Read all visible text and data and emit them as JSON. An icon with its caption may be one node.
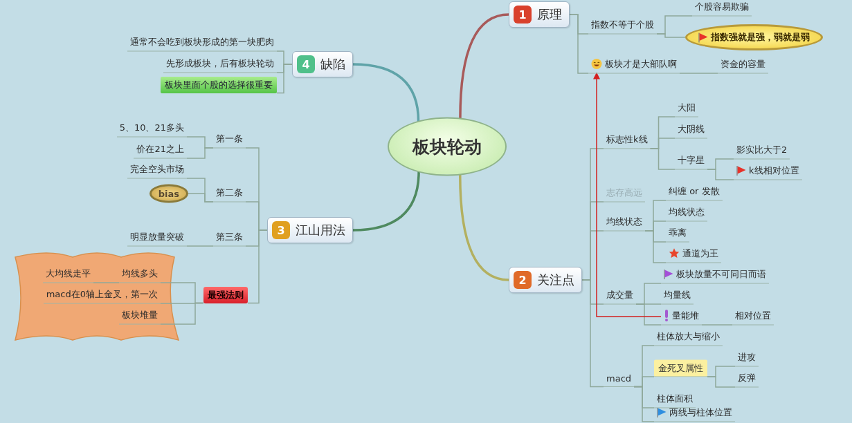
{
  "diagram": {
    "nodes": [
      {
        "text": [
          "板块轮动"
        ]
      },
      {
        "text": [
          "1",
          "原理"
        ]
      },
      {
        "text": [
          "指数不等于个股"
        ]
      },
      {
        "text": [
          "个股容易欺骗"
        ]
      },
      {
        "text": [
          "指数强就是强，弱就是弱"
        ]
      },
      {
        "text": [
          "板块才是大部队啊"
        ]
      },
      {
        "text": [
          "资金的容量"
        ]
      },
      {
        "text": [
          "4",
          "缺陷"
        ]
      },
      {
        "text": [
          "通常不会吃到板块形成的第一块肥肉"
        ]
      },
      {
        "text": [
          "先形成板块，后有板块轮动"
        ]
      },
      {
        "text": [
          "板块里面个股的选择很重要"
        ]
      },
      {
        "text": [
          "3",
          "江山用法"
        ]
      },
      {
        "text": [
          "第一条"
        ]
      },
      {
        "text": [
          "5、10、21多头"
        ]
      },
      {
        "text": [
          "价在21之上"
        ]
      },
      {
        "text": [
          "第二条"
        ]
      },
      {
        "text": [
          "完全空头市场"
        ]
      },
      {
        "text": [
          "bias"
        ]
      },
      {
        "text": [
          "第三条"
        ]
      },
      {
        "text": [
          "明显放量突破"
        ]
      },
      {
        "text": [
          "最强法则"
        ]
      },
      {
        "text": [
          "大均线走平"
        ]
      },
      {
        "text": [
          "均线多头"
        ]
      },
      {
        "text": [
          "macd在0轴上金叉，第一次"
        ]
      },
      {
        "text": [
          "板块堆量"
        ]
      },
      {
        "text": [
          "2",
          "关注点"
        ]
      },
      {
        "text": [
          "标志性k线"
        ]
      },
      {
        "text": [
          "大阳"
        ]
      },
      {
        "text": [
          "大阴线"
        ]
      },
      {
        "text": [
          "十字星"
        ]
      },
      {
        "text": [
          "影实比大于2"
        ]
      },
      {
        "text": [
          "k线相对位置"
        ]
      },
      {
        "text": [
          "志存高远"
        ]
      },
      {
        "text": [
          "均线状态"
        ]
      },
      {
        "text": [
          "纠缠 or 发散"
        ]
      },
      {
        "text": [
          "均线状态"
        ]
      },
      {
        "text": [
          "乖离"
        ]
      },
      {
        "text": [
          "通道为王"
        ]
      },
      {
        "text": [
          "板块放量不可同日而语"
        ]
      },
      {
        "text": [
          "成交量"
        ]
      },
      {
        "text": [
          "均量线"
        ]
      },
      {
        "text": [
          "量能堆"
        ]
      },
      {
        "text": [
          "相对位置"
        ]
      },
      {
        "text": [
          "macd"
        ]
      },
      {
        "text": [
          "柱体放大与缩小"
        ]
      },
      {
        "text": [
          "金死叉属性"
        ]
      },
      {
        "text": [
          "进攻"
        ]
      },
      {
        "text": [
          "反弹"
        ]
      },
      {
        "text": [
          "柱体面积"
        ]
      },
      {
        "text": [
          "两线与柱体位置"
        ]
      }
    ],
    "edges": [
      {
        "from": 0,
        "to": 1,
        "arrow": "none",
        "style": "thick",
        "color": "#a85a5a"
      },
      {
        "from": 1,
        "to": 2,
        "arrow": "none"
      },
      {
        "from": 2,
        "to": 3,
        "arrow": "none"
      },
      {
        "from": 2,
        "to": 4,
        "arrow": "none"
      },
      {
        "from": 1,
        "to": 5,
        "arrow": "none"
      },
      {
        "from": 5,
        "to": 6,
        "arrow": "none"
      },
      {
        "from": 0,
        "to": 7,
        "arrow": "none",
        "style": "thick",
        "color": "#5fa3a8"
      },
      {
        "from": 7,
        "to": 8,
        "arrow": "none"
      },
      {
        "from": 7,
        "to": 9,
        "arrow": "none"
      },
      {
        "from": 7,
        "to": 10,
        "arrow": "none"
      },
      {
        "from": 0,
        "to": 11,
        "arrow": "none",
        "style": "thick",
        "color": "#4f8a60"
      },
      {
        "from": 11,
        "to": 12,
        "arrow": "none"
      },
      {
        "from": 12,
        "to": 13,
        "arrow": "none"
      },
      {
        "from": 12,
        "to": 14,
        "arrow": "none"
      },
      {
        "from": 11,
        "to": 15,
        "arrow": "none"
      },
      {
        "from": 15,
        "to": 16,
        "arrow": "none"
      },
      {
        "from": 15,
        "to": 17,
        "arrow": "none"
      },
      {
        "from": 11,
        "to": 18,
        "arrow": "none"
      },
      {
        "from": 18,
        "to": 19,
        "arrow": "none"
      },
      {
        "from": 11,
        "to": 20,
        "arrow": "none"
      },
      {
        "from": 20,
        "to": 22,
        "arrow": "none"
      },
      {
        "from": 22,
        "to": 21,
        "arrow": "none"
      },
      {
        "from": 20,
        "to": 23,
        "arrow": "none"
      },
      {
        "from": 20,
        "to": 24,
        "arrow": "none"
      },
      {
        "from": 0,
        "to": 25,
        "arrow": "none",
        "style": "thick",
        "color": "#b3b060"
      },
      {
        "from": 25,
        "to": 26,
        "arrow": "none"
      },
      {
        "from": 26,
        "to": 27,
        "arrow": "none"
      },
      {
        "from": 26,
        "to": 28,
        "arrow": "none"
      },
      {
        "from": 26,
        "to": 29,
        "arrow": "none"
      },
      {
        "from": 29,
        "to": 30,
        "arrow": "none"
      },
      {
        "from": 29,
        "to": 31,
        "arrow": "none"
      },
      {
        "from": 25,
        "to": 32,
        "arrow": "none"
      },
      {
        "from": 25,
        "to": 33,
        "arrow": "none"
      },
      {
        "from": 33,
        "to": 34,
        "arrow": "none"
      },
      {
        "from": 33,
        "to": 35,
        "arrow": "none"
      },
      {
        "from": 33,
        "to": 36,
        "arrow": "none"
      },
      {
        "from": 33,
        "to": 37,
        "arrow": "none"
      },
      {
        "from": 25,
        "to": 39,
        "arrow": "none"
      },
      {
        "from": 39,
        "to": 38,
        "arrow": "none"
      },
      {
        "from": 39,
        "to": 40,
        "arrow": "none"
      },
      {
        "from": 39,
        "to": 41,
        "arrow": "none"
      },
      {
        "from": 41,
        "to": 42,
        "arrow": "none"
      },
      {
        "from": 25,
        "to": 43,
        "arrow": "none"
      },
      {
        "from": 43,
        "to": 44,
        "arrow": "none"
      },
      {
        "from": 43,
        "to": 45,
        "arrow": "none"
      },
      {
        "from": 45,
        "to": 46,
        "arrow": "none"
      },
      {
        "from": 45,
        "to": 47,
        "arrow": "none"
      },
      {
        "from": 43,
        "to": 48,
        "arrow": "none"
      },
      {
        "from": 43,
        "to": 49,
        "arrow": "none"
      },
      {
        "from": 41,
        "to": 5,
        "arrow": "to",
        "color": "#d42020"
      }
    ]
  }
}
